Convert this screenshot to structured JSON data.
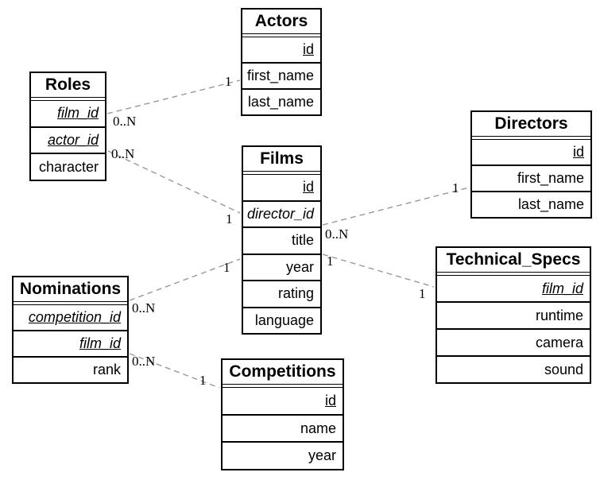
{
  "colors": {
    "background": "#ffffff",
    "table_border": "#000000",
    "text": "#000000",
    "relation_line": "#999999"
  },
  "tables": {
    "actors": {
      "title": "Actors",
      "columns": [
        {
          "name": "id",
          "key": "primary"
        },
        {
          "name": "first_name",
          "key": "none"
        },
        {
          "name": "last_name",
          "key": "none"
        }
      ]
    },
    "roles": {
      "title": "Roles",
      "columns": [
        {
          "name": "film_id",
          "key": "primary-foreign"
        },
        {
          "name": "actor_id",
          "key": "primary-foreign"
        },
        {
          "name": "character",
          "key": "none"
        }
      ]
    },
    "films": {
      "title": "Films",
      "columns": [
        {
          "name": "id",
          "key": "primary"
        },
        {
          "name": "director_id",
          "key": "foreign"
        },
        {
          "name": "title",
          "key": "none"
        },
        {
          "name": "year",
          "key": "none"
        },
        {
          "name": "rating",
          "key": "none"
        },
        {
          "name": "language",
          "key": "none"
        }
      ]
    },
    "directors": {
      "title": "Directors",
      "columns": [
        {
          "name": "id",
          "key": "primary"
        },
        {
          "name": "first_name",
          "key": "none"
        },
        {
          "name": "last_name",
          "key": "none"
        }
      ]
    },
    "nominations": {
      "title": "Nominations",
      "columns": [
        {
          "name": "competition_id",
          "key": "primary-foreign"
        },
        {
          "name": "film_id",
          "key": "primary-foreign"
        },
        {
          "name": "rank",
          "key": "none"
        }
      ]
    },
    "technical_specs": {
      "title": "Technical_Specs",
      "columns": [
        {
          "name": "film_id",
          "key": "primary-foreign"
        },
        {
          "name": "runtime",
          "key": "none"
        },
        {
          "name": "camera",
          "key": "none"
        },
        {
          "name": "sound",
          "key": "none"
        }
      ]
    },
    "competitions": {
      "title": "Competitions",
      "columns": [
        {
          "name": "id",
          "key": "primary"
        },
        {
          "name": "name",
          "key": "none"
        },
        {
          "name": "year",
          "key": "none"
        }
      ]
    }
  },
  "relations": [
    {
      "between": [
        "Roles",
        "Actors"
      ],
      "a_card": "0..N",
      "b_card": "1"
    },
    {
      "between": [
        "Roles",
        "Films"
      ],
      "a_card": "0..N",
      "b_card": "1"
    },
    {
      "between": [
        "Films",
        "Directors"
      ],
      "a_card": "0..N",
      "b_card": "1"
    },
    {
      "between": [
        "Films",
        "Technical_Specs"
      ],
      "a_card": "1",
      "b_card": "1"
    },
    {
      "between": [
        "Nominations",
        "Films"
      ],
      "a_card": "0..N",
      "b_card": "1"
    },
    {
      "between": [
        "Nominations",
        "Competitions"
      ],
      "a_card": "0..N",
      "b_card": "1"
    }
  ]
}
